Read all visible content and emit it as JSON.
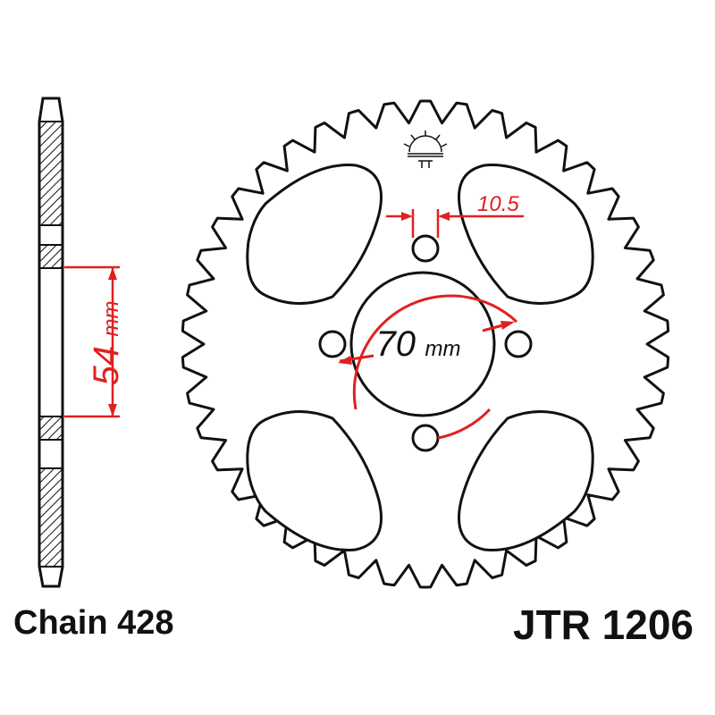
{
  "labels": {
    "chain": "Chain 428",
    "part_number": "JTR 1206"
  },
  "dimensions": {
    "bore": {
      "value": "70",
      "unit": "mm"
    },
    "bolt_hole": {
      "value": "10.5"
    },
    "side_offset": {
      "value": "54",
      "unit": "mm"
    }
  },
  "sprocket": {
    "tooth_count": 42,
    "bolt_holes": 4,
    "lightening_holes": 4
  },
  "colors": {
    "outline": "#111111",
    "dimension": "#e02020",
    "hatch": "#111111"
  },
  "icons": {
    "logo": "jt-sun-logo-icon"
  }
}
